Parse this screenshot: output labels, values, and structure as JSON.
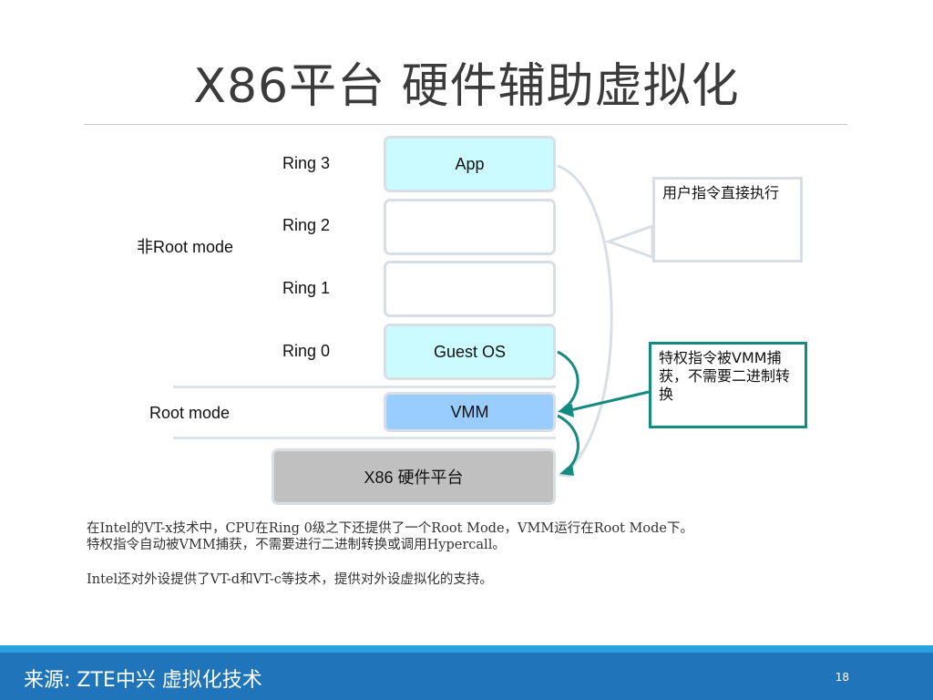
{
  "title": "X86平台 硬件辅助虚拟化",
  "rings": [
    {
      "label": "Ring 3",
      "box_text": "App"
    },
    {
      "label": "Ring 2",
      "box_text": ""
    },
    {
      "label": "Ring 1",
      "box_text": ""
    },
    {
      "label": "Ring 0",
      "box_text": "Guest OS"
    }
  ],
  "modes": {
    "non_root": "非Root mode",
    "root": "Root mode"
  },
  "vmm_text": "VMM",
  "hardware_text": "X86 硬件平台",
  "callouts": {
    "user_instructions": "用户指令直接执行",
    "privileged": "特权指令被VMM捕获，不需要二进制转换"
  },
  "body_text": [
    "在Intel的VT-x技术中，CPU在Ring 0级之下还提供了一个Root Mode，VMM运行在Root Mode下。",
    "特权指令自动被VMM捕获，不需要进行二进制转换或调用Hypercall。",
    "Intel还对外设提供了VT-d和VT-c等技术，提供对外设虚拟化的支持。"
  ],
  "footer": {
    "source": "来源: ZTE中兴 虚拟化技术",
    "page_number": "18"
  },
  "colors": {
    "light_cyan_box": "#ccfbff",
    "vmm_blue": "#99ccff",
    "hardware_gray": "#c0c0c0",
    "teal_accent": "#138b80",
    "footer_blue": "#1f74ba",
    "footer_band": "#2aa1dd"
  }
}
